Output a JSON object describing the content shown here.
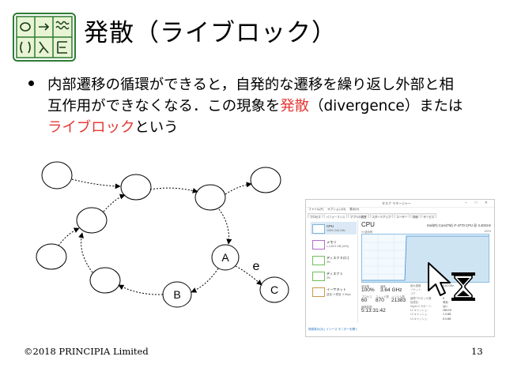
{
  "slide": {
    "title": "発散（ライブロック）",
    "bullet": {
      "line1": "内部遷移の循環ができると，自発的な遷移を繰り返し外部と相",
      "line2_a": "互作用ができなくなる．この現象を",
      "line2_hl": "発散",
      "line2_b": "（divergence）または",
      "line3_hl": "ライブロック",
      "line3_b": "という"
    },
    "highlight_color": "#e53935",
    "footer": {
      "copyright": "©2018 PRINCIPIA Limited",
      "page_number": "13"
    }
  },
  "diagram": {
    "node_labels": {
      "a": "A",
      "b": "B",
      "c": "C"
    },
    "edge_label": "e"
  },
  "task_manager": {
    "window_title": "タスク マネージャー",
    "window_buttons": "–  □  ✕",
    "menu": [
      "ファイル(F)",
      "オプション(O)",
      "表示(V)"
    ],
    "tabs": [
      "プロセス",
      "パフォーマンス",
      "アプリの履歴",
      "スタートアップ",
      "ユーザー",
      "詳細",
      "サービス"
    ],
    "sidebar": [
      {
        "name": "CPU",
        "sub": "100% 3.64 GHz"
      },
      {
        "name": "メモリ",
        "sub": "1.1/15.9 GB (10%)"
      },
      {
        "name": "ディスク 0 (C:)",
        "sub": "0%"
      },
      {
        "name": "ディスク 1",
        "sub": "0%"
      },
      {
        "name": "イーサネット",
        "sub": "送信: 0 受信: 0 Kbps"
      }
    ],
    "main": {
      "title": "CPU",
      "processor": "Intel(R) Core(TM) i7-4770 CPU @ 3.40GHz",
      "graph_label": "% 使用率",
      "graph_max": "100%",
      "utilization_label": "使用率",
      "utilization": "100%",
      "speed_label": "速度",
      "speed": "3.64 GHz",
      "processes_label": "プロセス",
      "processes": "60",
      "threads_label": "スレッド数",
      "threads": "870",
      "handles_label": "ハンドル数",
      "handles": "21383",
      "uptime_label": "稼働時間",
      "uptime": "5:13:31:42",
      "specs_labels": [
        "最大速度:",
        "ソケット:",
        "コア:",
        "論理プロセッサ数:",
        "仮想化:",
        "Hyper-V サポート:",
        "L1 キャッシュ:",
        "L2 キャッシュ:",
        "L3 キャッシュ:"
      ],
      "specs_values": [
        "3.40 GHz",
        "1",
        "4",
        "8",
        "有効",
        "はい",
        "256 KB",
        "1.0 MB",
        "8.0 MB"
      ]
    },
    "footer_text": "簡易表示(D)  |  リソース モニターを開く"
  }
}
